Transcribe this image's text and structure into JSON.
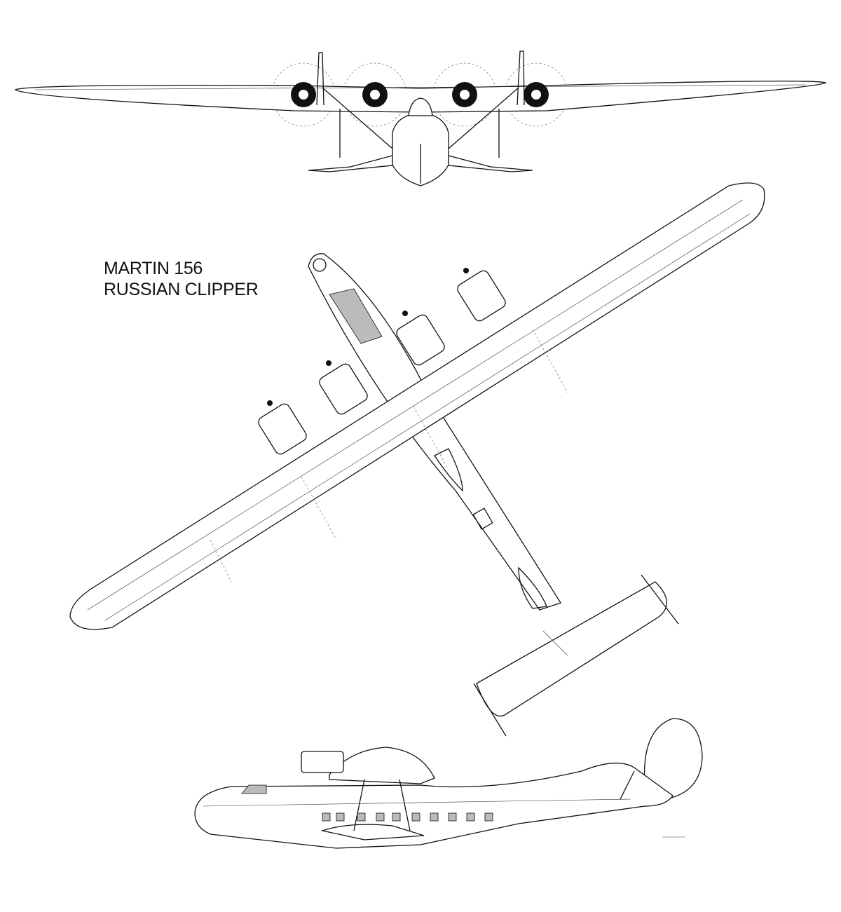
{
  "title": {
    "line1": "MARTIN 156",
    "line2": "RUSSIAN CLIPPER"
  },
  "views": [
    "front-view",
    "top-view",
    "side-view"
  ],
  "colors": {
    "line": "#111111",
    "background": "#ffffff"
  }
}
